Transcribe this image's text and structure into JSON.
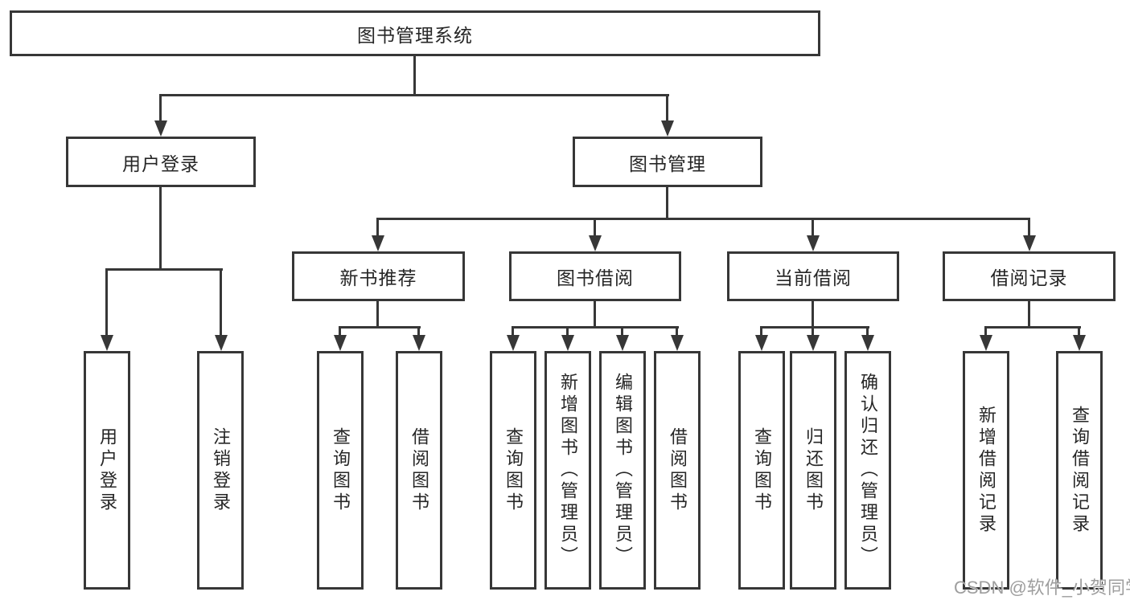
{
  "diagram": {
    "title": "图书管理系统",
    "watermark": "CSDN @软件_小贺同学",
    "colors": {
      "line": "#373737",
      "text": "#262626",
      "watermark": "#9e9e9e",
      "background": "#ffffff"
    },
    "nodes": {
      "root": "图书管理系统",
      "user_login": "用户登录",
      "book_mgmt": "图书管理",
      "new_book_rec": "新书推荐",
      "book_borrow": "图书借阅",
      "current_borrow": "当前借阅",
      "borrow_record": "借阅记录",
      "ul_user_login": "用户登录",
      "ul_logout": "注销登录",
      "nb_query_book": "查询图书",
      "nb_borrow_book": "借阅图书",
      "bb_query_book": "查询图书",
      "bb_add_book": "新增图书（管理员）",
      "bb_edit_book": "编辑图书（管理员）",
      "bb_borrow_book": "借阅图书",
      "cb_query_book": "查询图书",
      "cb_return_book": "归还图书",
      "cb_confirm_return": "确认归还（管理员）",
      "br_add_record": "新增借阅记录",
      "br_query_record": "查询借阅记录"
    }
  }
}
